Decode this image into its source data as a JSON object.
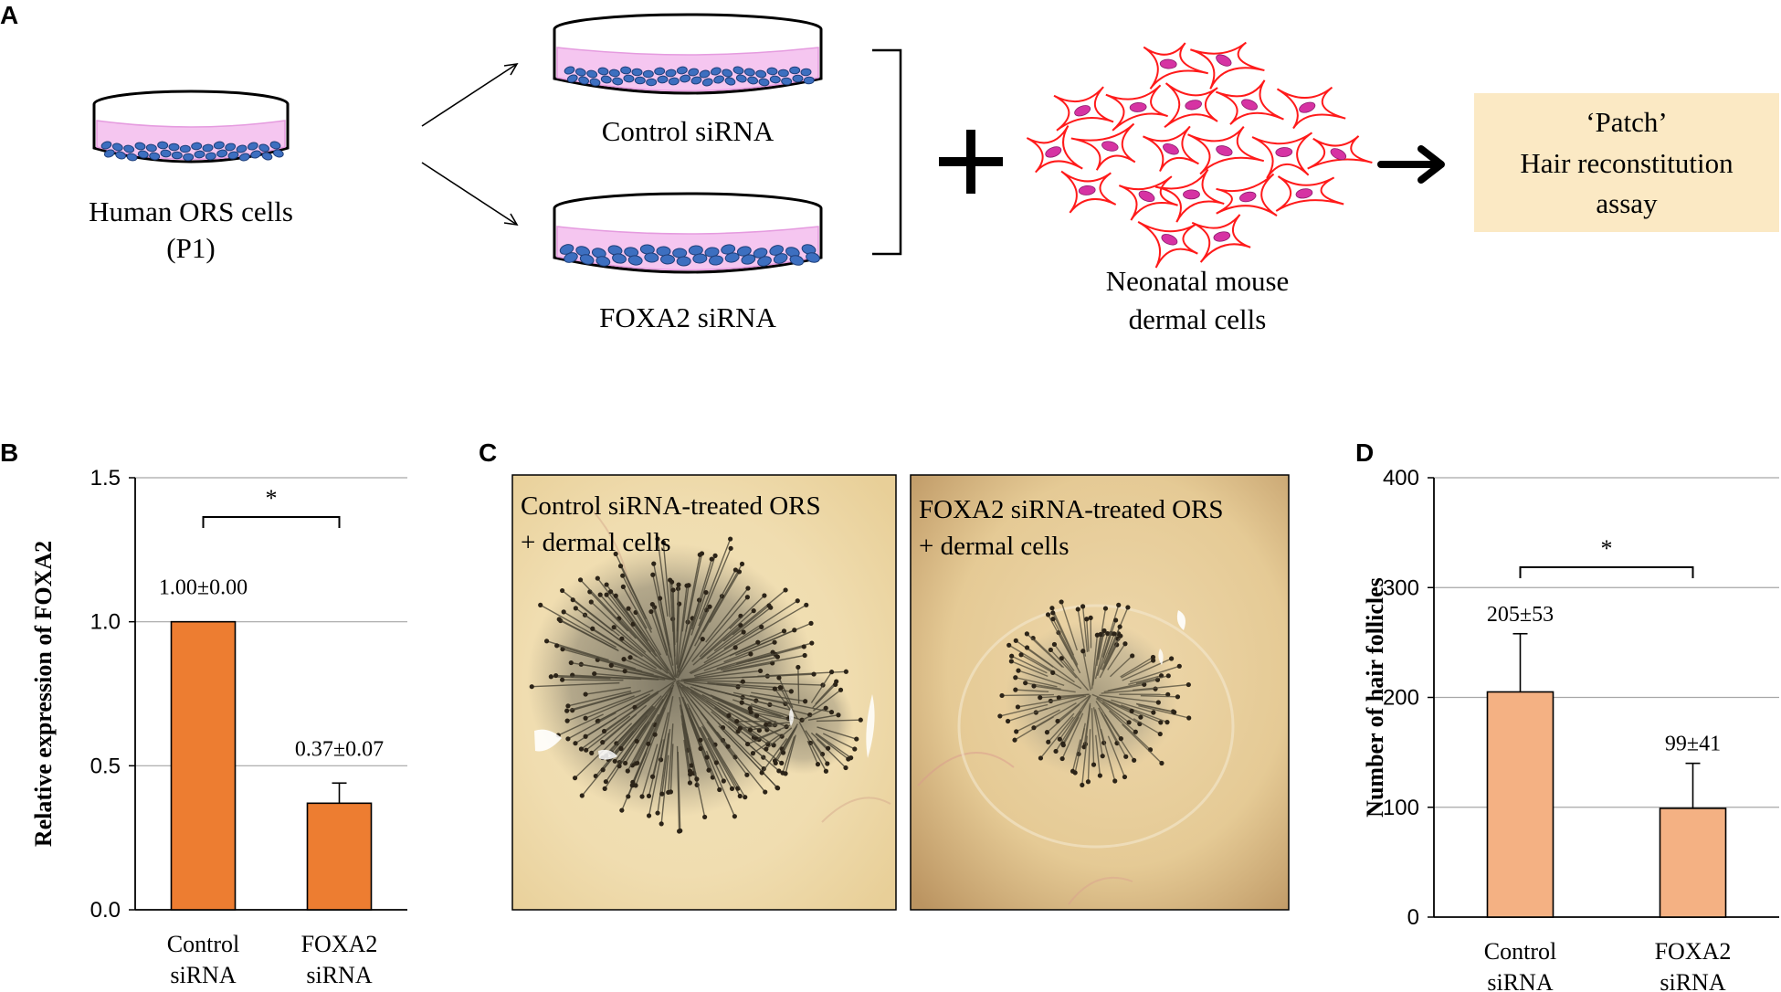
{
  "panels": {
    "a": "A",
    "b": "B",
    "c": "C",
    "d": "D"
  },
  "schematic": {
    "source_label_line1": "Human ORS cells",
    "source_label_line2": "(P1)",
    "control_label": "Control siRNA",
    "foxa2_label": "FOXA2 siRNA",
    "dermal_label_line1": "Neonatal mouse",
    "dermal_label_line2": "dermal cells",
    "assay_line1": "‘Patch’",
    "assay_line2": "Hair reconstitution",
    "assay_line3": "assay",
    "colors": {
      "dish_media": "#f5c6f0",
      "ors_cell": "#3d6fc0",
      "dermal_outline": "#ff1a1a",
      "dermal_nucleus": "#d633a3",
      "assay_box": "#fbe9c4"
    }
  },
  "photos": {
    "left_caption_line1": "Control siRNA-treated ORS",
    "left_caption_line2": "+ dermal cells",
    "right_caption_line1": "FOXA2 siRNA-treated ORS",
    "right_caption_line2": "+ dermal cells"
  },
  "chart_data": [
    {
      "type": "bar",
      "panel": "B",
      "categories": [
        [
          "Control",
          "siRNA"
        ],
        [
          "FOXA2",
          "siRNA"
        ]
      ],
      "values": [
        1.0,
        0.37
      ],
      "errors": [
        0.0,
        0.07
      ],
      "value_labels": [
        "1.00±0.00",
        "0.37±0.07"
      ],
      "ylabel": "Relative expression of FOXA2",
      "ylim": [
        0,
        1.5
      ],
      "yticks": [
        0.0,
        0.5,
        1.0,
        1.5
      ],
      "ytick_labels": [
        "0.0",
        "0.5",
        "1.0",
        "1.5"
      ],
      "grid": true,
      "significance": "*",
      "bar_color": "#ed7d31"
    },
    {
      "type": "bar",
      "panel": "D",
      "categories": [
        [
          "Control",
          "siRNA"
        ],
        [
          "FOXA2",
          "siRNA"
        ]
      ],
      "values": [
        205,
        99
      ],
      "errors": [
        53,
        41
      ],
      "value_labels": [
        "205±53",
        "99±41"
      ],
      "ylabel": "Number of hair follicles",
      "ylim": [
        0,
        400
      ],
      "yticks": [
        0,
        100,
        200,
        300,
        400
      ],
      "ytick_labels": [
        "0",
        "100",
        "200",
        "300",
        "400"
      ],
      "grid": true,
      "significance": "*",
      "bar_color": "#f4b183"
    }
  ]
}
